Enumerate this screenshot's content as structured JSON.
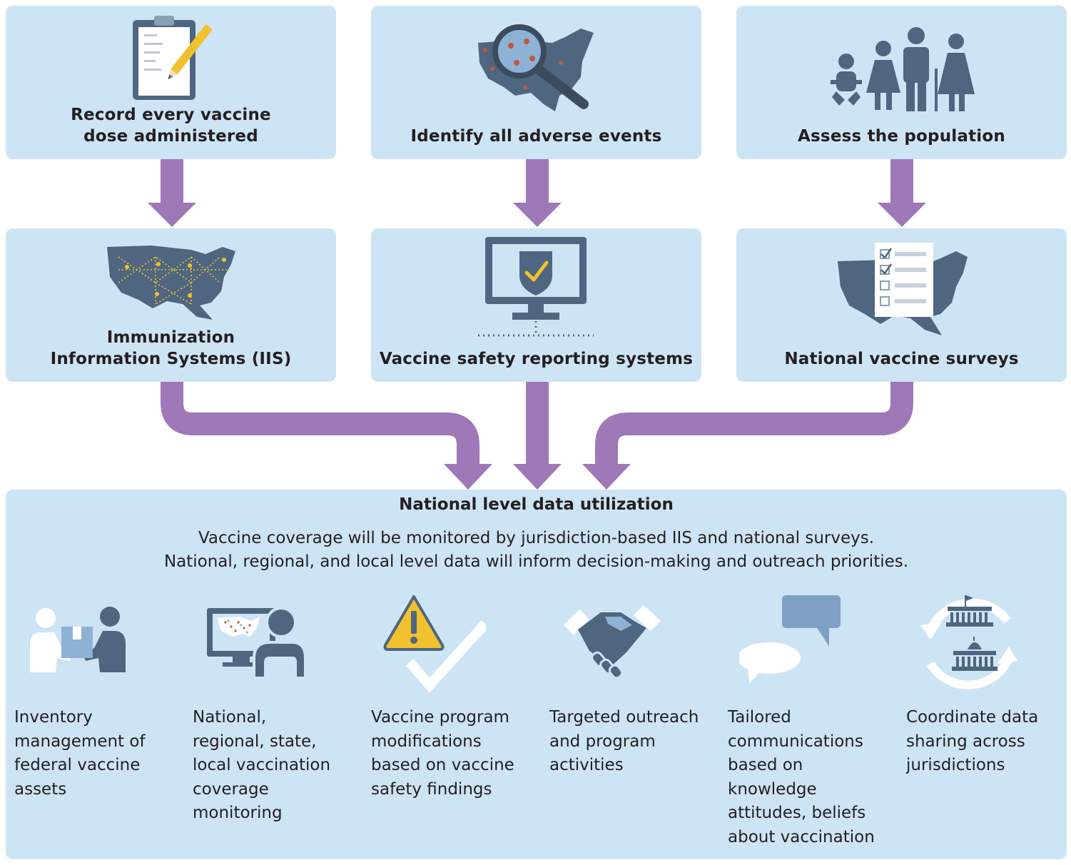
{
  "diagram": {
    "sources": [
      {
        "label": "Record every vaccine dose administered",
        "lines": [
          "Record every vaccine",
          "dose administered"
        ],
        "icon": "clipboard-pencil-icon"
      },
      {
        "label": "Identify all adverse events",
        "lines": [
          "Identify all adverse events"
        ],
        "icon": "map-magnifier-icon"
      },
      {
        "label": "Assess the population",
        "lines": [
          "Assess the population"
        ],
        "icon": "family-icon"
      }
    ],
    "systems": [
      {
        "label": "Immunization Information Systems (IIS)",
        "lines": [
          "Immunization",
          "Information Systems (IIS)"
        ],
        "icon": "network-map-icon"
      },
      {
        "label": "Vaccine safety reporting systems",
        "lines": [
          "Vaccine safety reporting systems"
        ],
        "icon": "monitor-shield-icon"
      },
      {
        "label": "National vaccine surveys",
        "lines": [
          "National vaccine surveys"
        ],
        "icon": "survey-map-icon"
      }
    ],
    "national": {
      "title": "National level data utilization",
      "description_lines": [
        "Vaccine coverage will be monitored by jurisdiction-based IIS and national surveys.",
        "National, regional, and local level data will inform decision-making and outreach priorities."
      ],
      "utilizations": [
        {
          "label": "Inventory management of federal vaccine assets",
          "lines": [
            "Inventory",
            "management of",
            "federal vaccine",
            "assets"
          ],
          "icon": "package-handoff-icon"
        },
        {
          "label": "National, regional, state, local vaccination coverage monitoring",
          "lines": [
            "National,",
            "regional, state,",
            "local vaccination",
            "coverage",
            "monitoring"
          ],
          "icon": "monitor-person-icon"
        },
        {
          "label": "Vaccine program modifications based on vaccine safety findings",
          "lines": [
            "Vaccine program",
            "modifications",
            "based on vaccine",
            "safety findings"
          ],
          "icon": "warning-check-icon"
        },
        {
          "label": "Targeted outreach and program activities",
          "lines": [
            "Targeted outreach",
            "and program",
            "activities"
          ],
          "icon": "handshake-icon"
        },
        {
          "label": "Tailored communications based on knowledge attitudes, beliefs about vaccination",
          "lines": [
            "Tailored",
            "communications",
            "based on",
            "knowledge",
            "attitudes, beliefs",
            "about vaccination"
          ],
          "icon": "speech-bubbles-icon"
        },
        {
          "label": "Coordinate data sharing across jurisdictions",
          "lines": [
            "Coordinate data",
            "sharing across",
            "jurisdictions"
          ],
          "icon": "buildings-cycle-icon"
        }
      ]
    }
  },
  "colors": {
    "box": "#cde4f5",
    "arrow": "#9e78b7",
    "icon_dark": "#4f6680",
    "icon_light": "#8eb1d6",
    "accent_yellow": "#f2c12e",
    "accent_red": "#c0583c"
  }
}
